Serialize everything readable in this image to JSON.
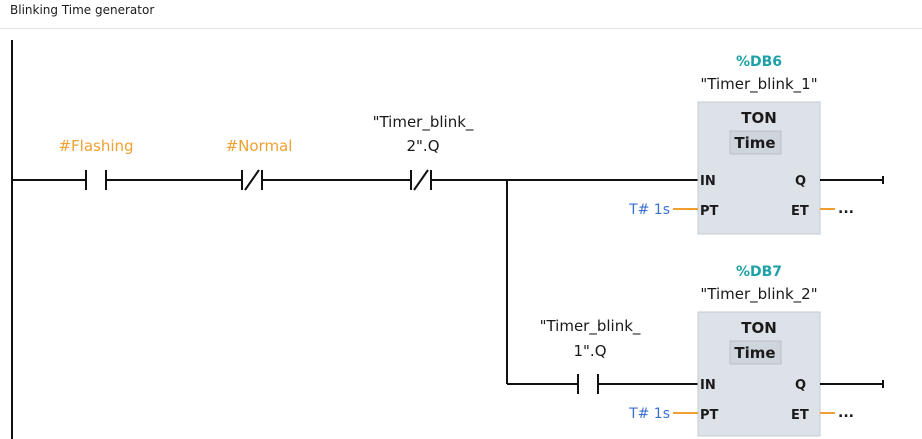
{
  "network": {
    "title": "Blinking Time generator"
  },
  "contacts": {
    "flashing": {
      "name": "#Flashing",
      "type": "NO"
    },
    "normal": {
      "name": "#Normal",
      "type": "NC"
    },
    "timer2_q": {
      "line1": "\"Timer_blink_",
      "line2": "2\".Q",
      "type": "NC"
    },
    "timer1_q": {
      "line1": "\"Timer_blink_",
      "line2": "1\".Q",
      "type": "NO"
    }
  },
  "blocks": [
    {
      "db": "%DB6",
      "instance": "\"Timer_blink_1\"",
      "type": "TON",
      "subtype": "Time",
      "pins": {
        "in": "IN",
        "pt": "PT",
        "q": "Q",
        "et": "ET"
      },
      "pt_value": "T# 1s",
      "et_value": "..."
    },
    {
      "db": "%DB7",
      "instance": "\"Timer_blink_2\"",
      "type": "TON",
      "subtype": "Time",
      "pins": {
        "in": "IN",
        "pt": "PT",
        "q": "Q",
        "et": "ET"
      },
      "pt_value": "T# 1s",
      "et_value": "..."
    }
  ],
  "colors": {
    "variable": "#f0a030",
    "db_label": "#1fa1a8",
    "constant": "#3b6fd0",
    "block_fill": "#dde2e8",
    "block_header": "#c8ced6",
    "wire": "#111111",
    "pin_wire": "#f0a030"
  }
}
